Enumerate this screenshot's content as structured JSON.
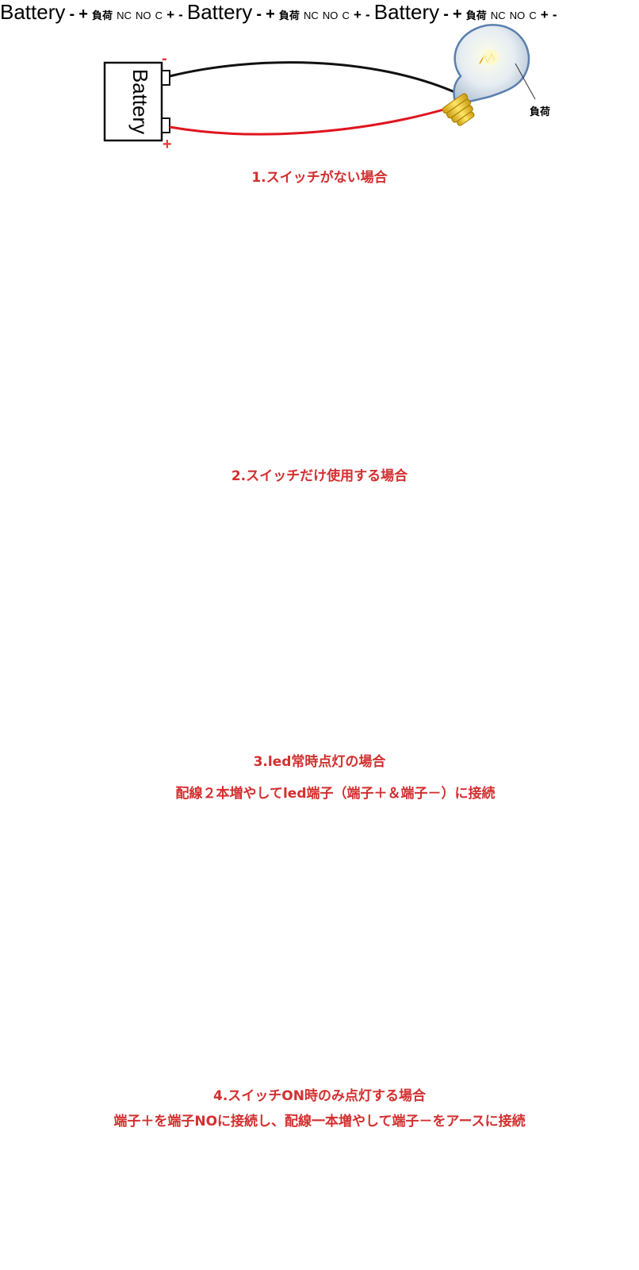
{
  "colors": {
    "wire_positive": "#e0141e",
    "wire_negative": "#111111",
    "caption": "#d32f2f",
    "terminal_label_bg": "#ffe000",
    "switch_blue": "#2f6fd6",
    "separator": "#555555"
  },
  "battery_label": "Battery",
  "polarity": {
    "negative": "-",
    "positive": "+"
  },
  "load_label": "負荷",
  "terminals": {
    "nc": "NC",
    "no": "NO",
    "c": "C",
    "plus": "+",
    "minus": "-"
  },
  "sections": [
    {
      "title": "1.スイッチがない場合"
    },
    {
      "title": "2.スイッチだけ使用する場合"
    },
    {
      "title": "3.led常時点灯の場合",
      "note": "配線２本増やしてled端子（端子＋＆端子－）に接続"
    },
    {
      "title": "4.スイッチON時のみ点灯する場合",
      "note": "端子＋を端子NOに接続し、配線一本増やして端子－をアースに接続"
    }
  ]
}
